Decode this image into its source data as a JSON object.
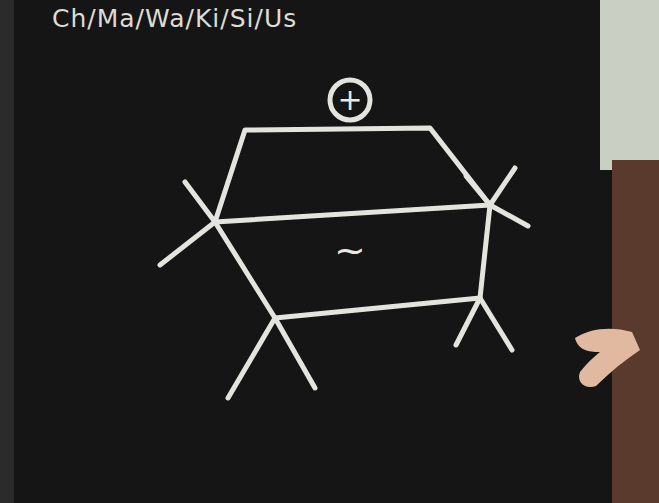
{
  "diagram": {
    "nodes": [
      {
        "text": [
          "+"
        ]
      },
      {
        "text": [
          "~"
        ]
      }
    ],
    "labels": [
      "Ch/Ma/Wa/Ki/Si/Us"
    ]
  }
}
